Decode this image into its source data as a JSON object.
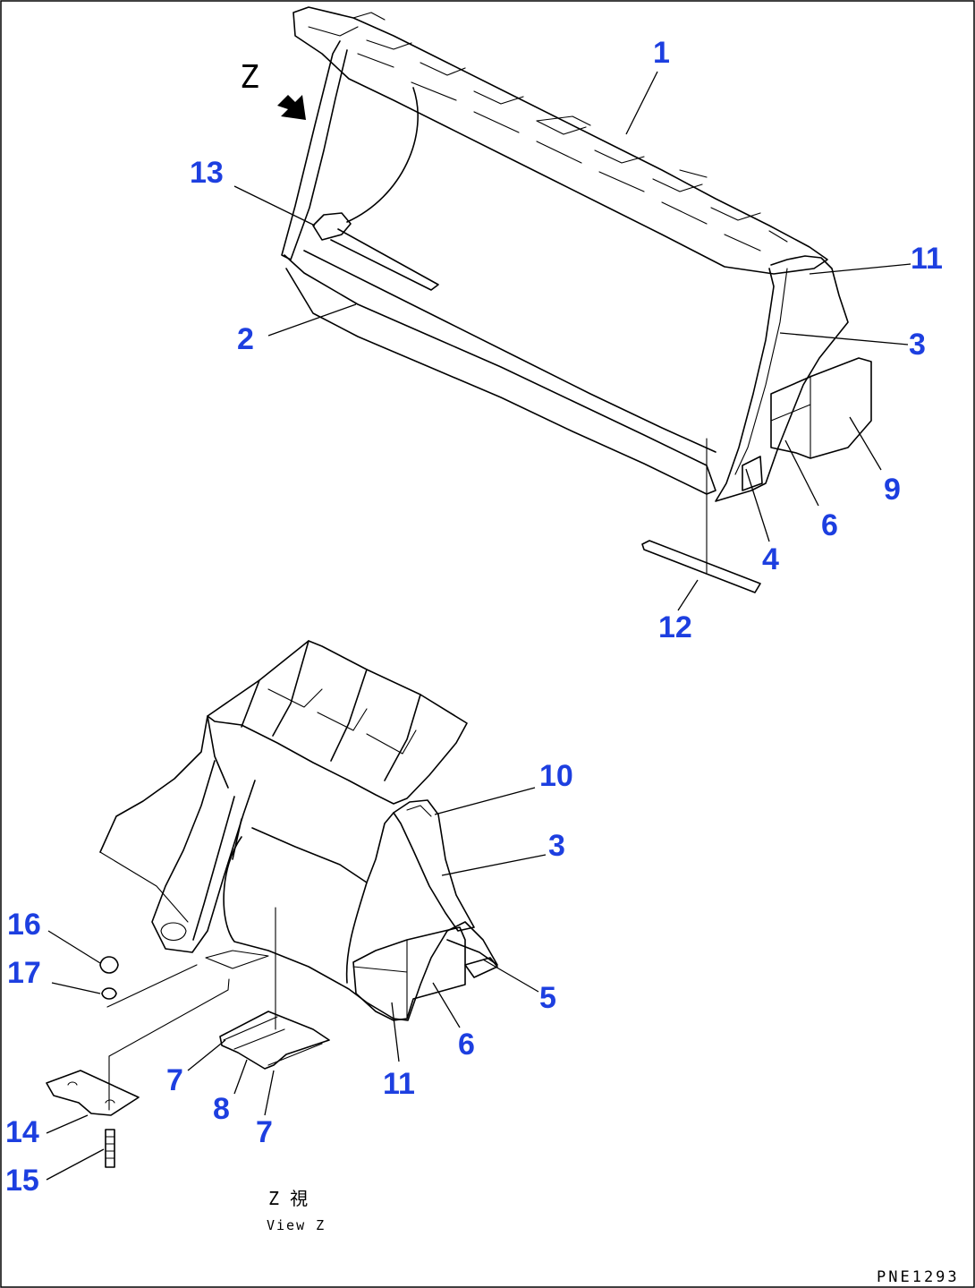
{
  "view_marker": {
    "letter": "Z"
  },
  "callouts_upper": [
    {
      "id": "c1",
      "text": "1"
    },
    {
      "id": "c2",
      "text": "2"
    },
    {
      "id": "c3",
      "text": "3"
    },
    {
      "id": "c4",
      "text": "4"
    },
    {
      "id": "c6",
      "text": "6"
    },
    {
      "id": "c9",
      "text": "9"
    },
    {
      "id": "c11",
      "text": "11"
    },
    {
      "id": "c12",
      "text": "12"
    },
    {
      "id": "c13",
      "text": "13"
    }
  ],
  "callouts_lower": [
    {
      "id": "d3",
      "text": "3"
    },
    {
      "id": "d5",
      "text": "5"
    },
    {
      "id": "d6",
      "text": "6"
    },
    {
      "id": "d7a",
      "text": "7"
    },
    {
      "id": "d7b",
      "text": "7"
    },
    {
      "id": "d8",
      "text": "8"
    },
    {
      "id": "d10",
      "text": "10"
    },
    {
      "id": "d11",
      "text": "11"
    },
    {
      "id": "d14",
      "text": "14"
    },
    {
      "id": "d15",
      "text": "15"
    },
    {
      "id": "d16",
      "text": "16"
    },
    {
      "id": "d17",
      "text": "17"
    }
  ],
  "view_caption": {
    "kanji": "Z 視",
    "english": "View Z"
  },
  "drawing_code": "PNE1293",
  "colors": {
    "callout": "#1d3fe0",
    "line": "#000000",
    "background": "#ffffff"
  }
}
